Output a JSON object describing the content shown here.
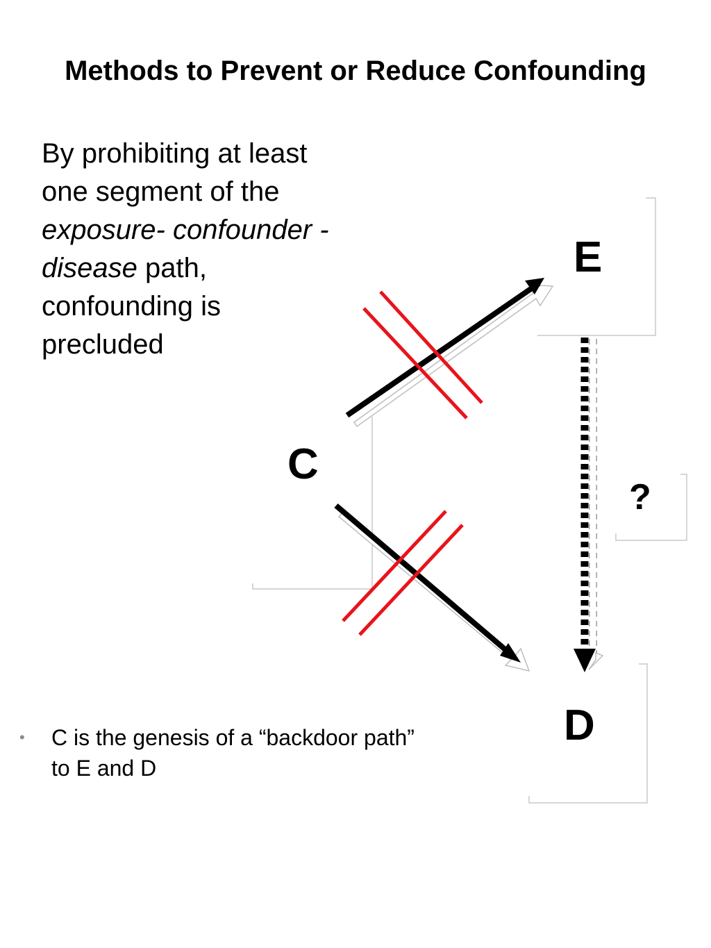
{
  "slide": {
    "title": "Methods to Prevent or Reduce Confounding",
    "body": {
      "line1": "By prohibiting at least",
      "line2": "one segment of the",
      "line3_italic": "exposure- confounder -",
      "line4_italic": "disease",
      "line4_rest": " path,",
      "line5": "confounding is",
      "line6": "precluded"
    },
    "bullet": {
      "symbol": "•",
      "text": "C is the genesis of a “backdoor path”  to E and D"
    }
  },
  "diagram": {
    "nodes": {
      "exposure": "E",
      "confounder": "C",
      "disease": "D",
      "question": "?"
    },
    "edges": [
      {
        "from": "C",
        "to": "E",
        "style": "solid",
        "blocked": true
      },
      {
        "from": "C",
        "to": "D",
        "style": "solid",
        "blocked": true
      },
      {
        "from": "E",
        "to": "D",
        "style": "dashed",
        "blocked": false
      }
    ],
    "colors": {
      "arrow": "#000000",
      "block_mark": "#e8141b",
      "frame": "#c8c8c8"
    }
  }
}
